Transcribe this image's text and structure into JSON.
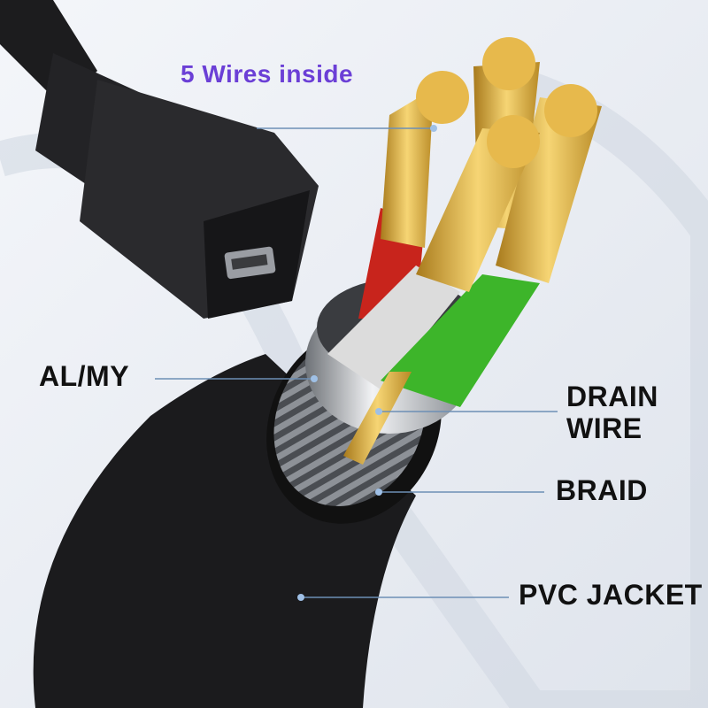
{
  "labels": {
    "wires_inside": "5 Wires inside",
    "al_my": "AL/MY",
    "drain_wire": "DRAIN WIRE",
    "braid": "BRAID",
    "pvc_jacket": "PVC JACKET"
  },
  "colors": {
    "title_purple": "#6b3fd6",
    "leader_line": "#6d8fb5",
    "jacket": "#1b1b1d",
    "copper": "#d9a93a",
    "red_insulation": "#c8241c",
    "white_insulation": "#dcdcdc",
    "green_insulation": "#3db52a",
    "background": "#e9edf3"
  }
}
